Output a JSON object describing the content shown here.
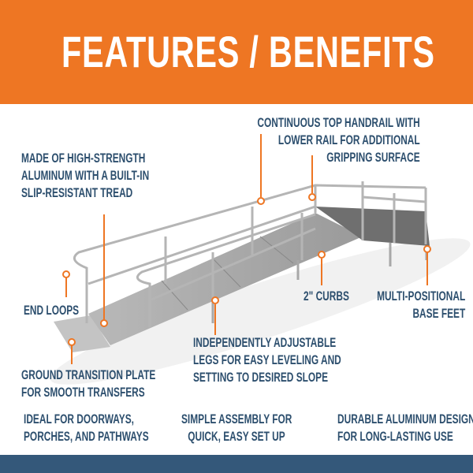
{
  "header": {
    "title": "FEATURES / BENEFITS"
  },
  "colors": {
    "accent": "#ee7623",
    "text": "#2d4f6e",
    "footer": "#34587a"
  },
  "callouts": {
    "handrail": [
      "CONTINUOUS TOP HANDRAIL WITH",
      "LOWER RAIL FOR ADDITIONAL",
      "GRIPPING SURFACE"
    ],
    "aluminum": [
      "MADE OF HIGH-STRENGTH",
      "ALUMINUM WITH A BUILT-IN",
      "SLIP-RESISTANT TREAD"
    ],
    "end_loops": [
      "END LOOPS"
    ],
    "curbs": [
      "2\" CURBS"
    ],
    "base_feet": [
      "MULTI-POSITIONAL",
      "BASE FEET"
    ],
    "legs": [
      "INDEPENDENTLY ADJUSTABLE",
      "LEGS FOR EASY LEVELING AND",
      "SETTING TO DESIRED SLOPE"
    ],
    "transition": [
      "GROUND TRANSITION PLATE",
      "FOR SMOOTH TRANSFERS"
    ]
  },
  "benefits": [
    [
      "IDEAL FOR DOORWAYS,",
      "PORCHES, AND PATHWAYS"
    ],
    [
      "SIMPLE ASSEMBLY FOR",
      "QUICK, EASY SET UP"
    ],
    [
      "DURABLE ALUMINUM DESIGN",
      "FOR LONG-LASTING USE"
    ]
  ]
}
